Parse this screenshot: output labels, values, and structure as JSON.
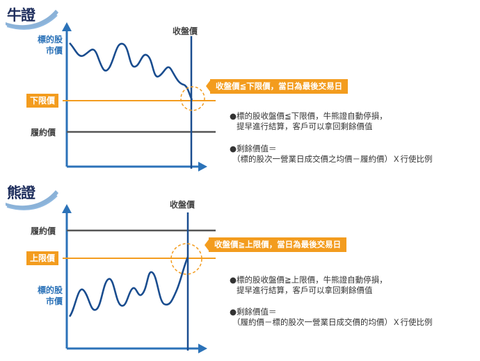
{
  "bull": {
    "title": "牛證",
    "closing_price_label": "收盤價",
    "underlying_label": [
      "標的股",
      "市價"
    ],
    "lower_limit_label": "下限價",
    "strike_label": "履約價",
    "callout": "收盤價≦下限價，當日為最後交易日",
    "note1_line1": "●標的股收盤價≦下限價，牛熊證自動停損，",
    "note1_line2": "提早進行結算，客戶可以拿回剩餘價值",
    "note2_line1": "●剩餘價值＝",
    "note2_line2": "（標的股次一營業日成交價之均價－履約價）Ｘ行使比例"
  },
  "bear": {
    "title": "熊證",
    "closing_price_label": "收盤價",
    "underlying_label": [
      "標的股",
      "市價"
    ],
    "upper_limit_label": "上限價",
    "strike_label": "履約價",
    "callout": "收盤價≧上限價，當日為最後交易日",
    "note1_line1": "●標的股收盤價≧上限價，牛熊證自動停損，",
    "note1_line2": "提早進行結算，客戶可以拿回剩餘價值",
    "note2_line1": "●剩餘價值＝",
    "note2_line2": "（履約價－標的股次一營業日成交價的均價）Ｘ行使比例"
  },
  "colors": {
    "axis_blue": "#2b72b8",
    "price_line": "#1a4d8f",
    "limit_orange": "#f39c1e",
    "strike_gray": "#555555",
    "title_navy": "#1d2d5c"
  },
  "icons": {
    "heading_swoosh": "swoosh-icon",
    "bullet": "bullet-dot-icon"
  }
}
